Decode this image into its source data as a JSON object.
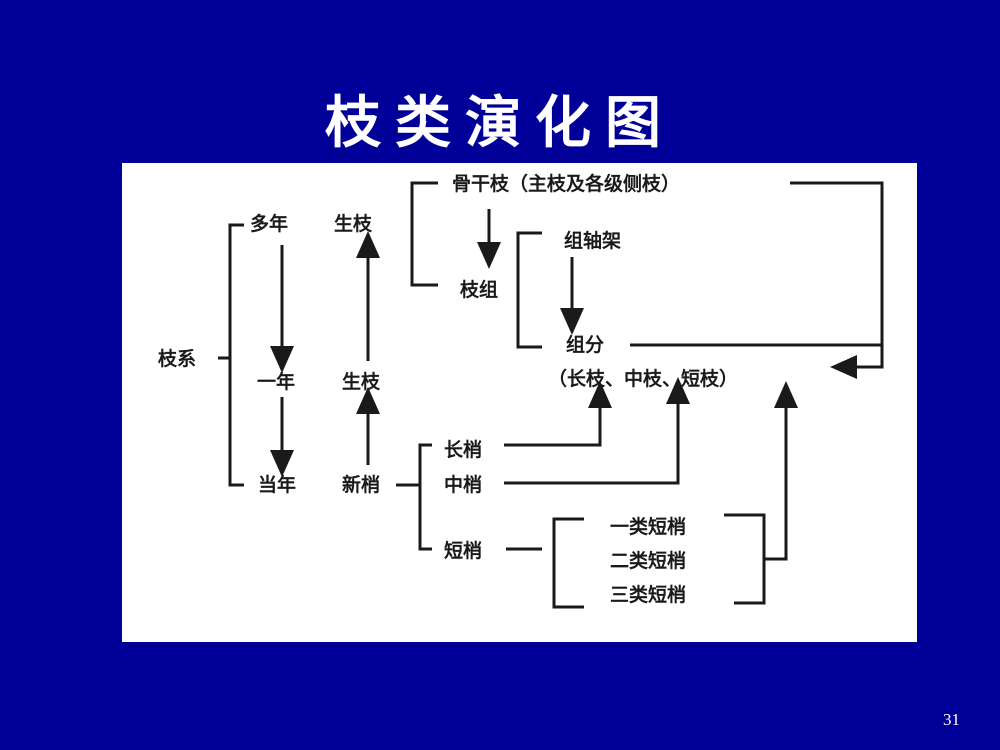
{
  "slide": {
    "title": "枝类演化图",
    "page_number": "31",
    "background_color": "#000099"
  },
  "diagram": {
    "root": "枝系",
    "multi_year": "多年",
    "one_year": "一年",
    "current_year": "当年",
    "growth_branch": "生枝",
    "growth_branch2": "生枝",
    "new_shoot": "新梢",
    "backbone_branch": "骨干枝（主枝及各级侧枝）",
    "branch_group": "枝组",
    "group_framework": "组轴架",
    "group_division": "组分",
    "branch_types": "（长枝、中枝、短枝）",
    "long_shoot": "长梢",
    "medium_shoot": "中梢",
    "short_shoot": "短梢",
    "short_class_1": "一类短梢",
    "short_class_2": "二类短梢",
    "short_class_3": "三类短梢"
  }
}
